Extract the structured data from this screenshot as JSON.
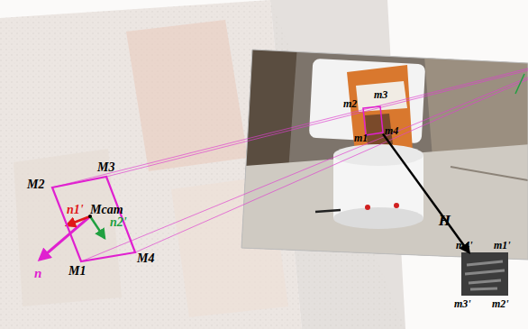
{
  "diagram": {
    "nodes": [
      {
        "text": [
          "n1'",
          "Mcam",
          "n2'"
        ]
      },
      {
        "text": [
          "m2",
          "m3",
          "m1",
          "m4"
        ]
      },
      {
        "text": [
          "m4'",
          "m1'",
          "m3'",
          "m2'"
        ]
      }
    ],
    "edges": [
      {
        "from": 1,
        "to": 2,
        "label": "H",
        "arrow": "to"
      }
    ],
    "labels": [
      "M2",
      "M3",
      "M1",
      "M4",
      "n"
    ]
  }
}
